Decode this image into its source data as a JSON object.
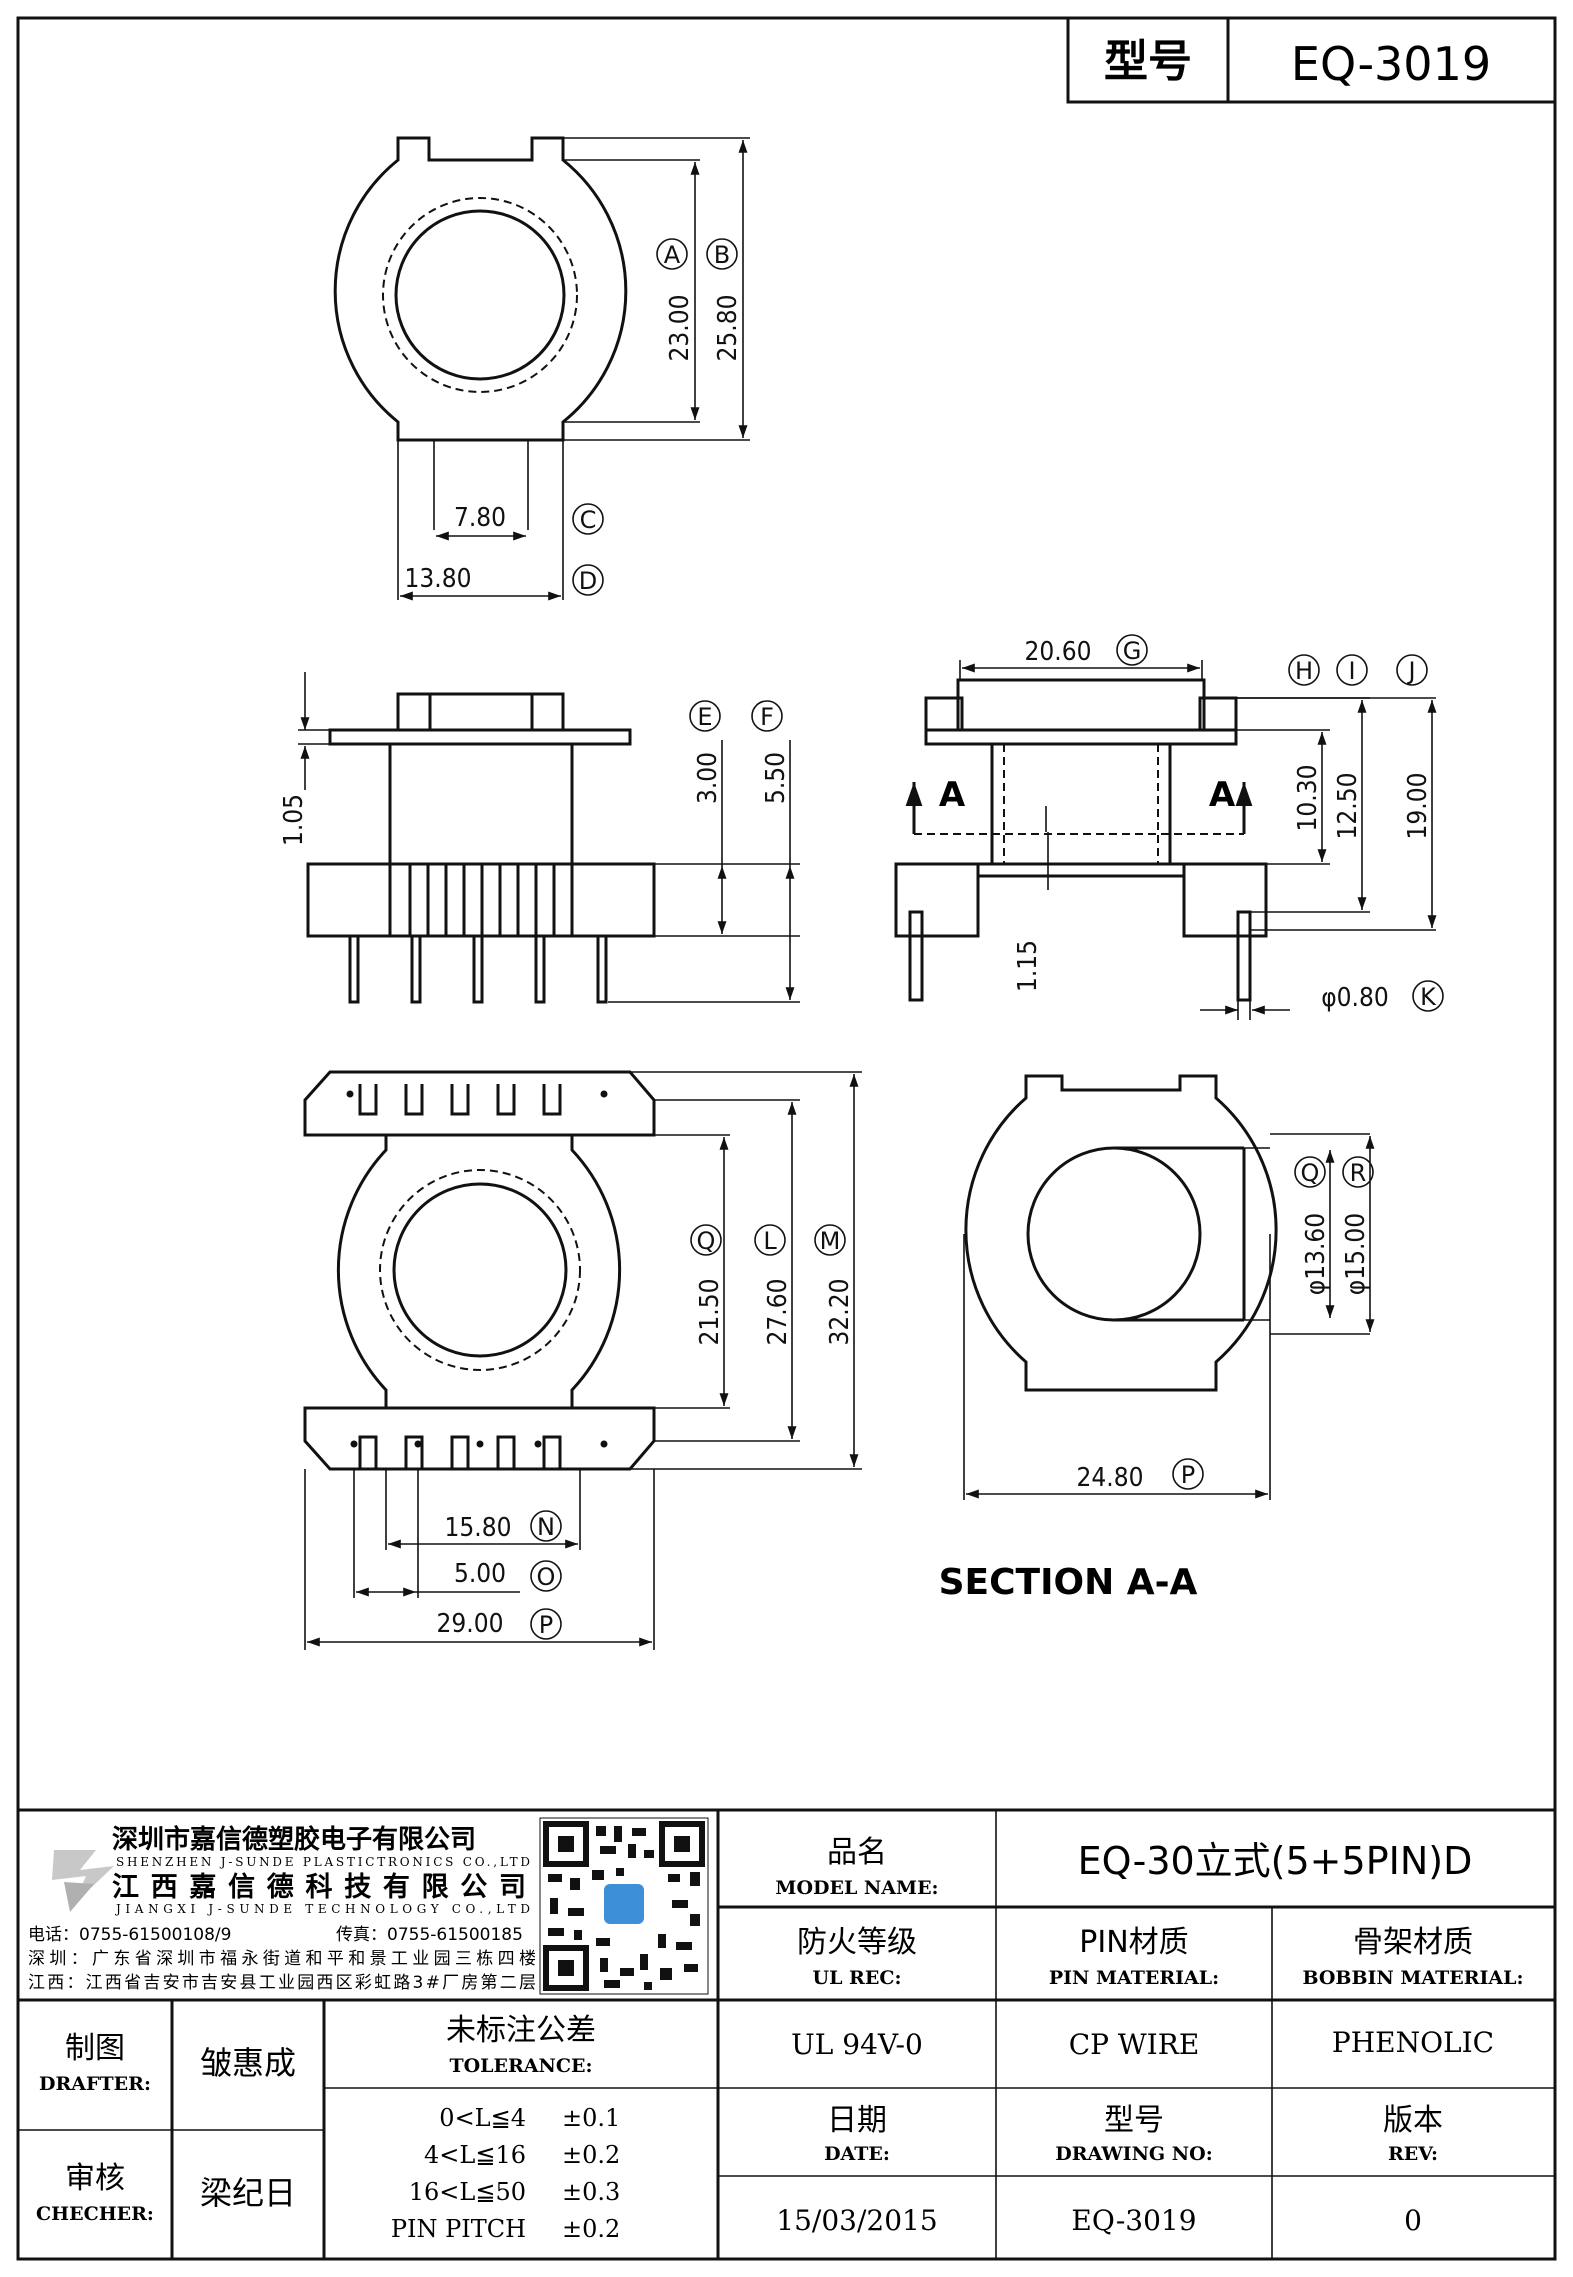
{
  "header": {
    "model_label": "型号",
    "model_value": "EQ-3019"
  },
  "dimensions": {
    "A": "23.00",
    "B": "25.80",
    "C": "7.80",
    "D": "13.80",
    "E": "3.00",
    "F": "5.50",
    "side_pin_left": "1.05",
    "G": "20.60",
    "H": "10.30",
    "I": "12.50",
    "J": "19.00",
    "K": "φ0.80",
    "side_bottom": "1.15",
    "Q_bottom": "21.50",
    "L": "27.60",
    "M": "32.20",
    "N": "15.80",
    "O": "5.00",
    "P_bottom": "29.00",
    "Q_sec": "φ13.60",
    "R": "φ15.00",
    "P_sec": "24.80"
  },
  "circle_labels": {
    "A": "A",
    "B": "B",
    "C": "C",
    "D": "D",
    "E": "E",
    "F": "F",
    "G": "G",
    "H": "H",
    "I": "I",
    "J": "J",
    "K": "K",
    "L": "L",
    "M": "M",
    "N": "N",
    "O": "O",
    "P": "P",
    "Q": "Q",
    "R": "R"
  },
  "section": {
    "title": "SECTION A-A",
    "mark": "A"
  },
  "company": {
    "name_sz": "深圳市嘉信德塑胶电子有限公司",
    "name_sz_en": "SHENZHEN J-SUNDE PLASTICTRONICS CO.,LTD",
    "name_jx": "江西嘉信德科技有限公司",
    "name_jx_en": "JIANGXI J-SUNDE TECHNOLOGY CO.,LTD",
    "phone": "电话：0755-61500108/9",
    "fax": "传真：0755-61500185",
    "addr_sz": "深圳：广东省深圳市福永街道和平和景工业园三栋四楼",
    "addr_jx": "江西：江西省吉安市吉安县工业园西区彩虹路3#厂房第二层"
  },
  "title_block": {
    "model_name_cn": "品名",
    "model_name_en": "MODEL NAME:",
    "model_name_value": "EQ-30立式(5+5PIN)D",
    "ul_cn": "防火等级",
    "ul_en": "UL REC:",
    "ul_value": "UL 94V-0",
    "pin_cn": "PIN材质",
    "pin_en": "PIN MATERIAL:",
    "pin_value": "CP WIRE",
    "bobbin_cn": "骨架材质",
    "bobbin_en": "BOBBIN MATERIAL:",
    "bobbin_value": "PHENOLIC",
    "date_cn": "日期",
    "date_en": "DATE:",
    "date_value": "15/03/2015",
    "drawing_cn": "型号",
    "drawing_en": "DRAWING NO:",
    "drawing_value": "EQ-3019",
    "rev_cn": "版本",
    "rev_en": "REV:",
    "rev_value": "0",
    "drafter_cn": "制图",
    "drafter_en": "DRAFTER:",
    "drafter_name": "皱惠成",
    "checker_cn": "审核",
    "checker_en": "CHECHER:",
    "checker_name": "梁纪日",
    "tolerance_cn": "未标注公差",
    "tolerance_en": "TOLERANCE:",
    "tolerances": [
      {
        "range": "0<L≦4",
        "value": "±0.1"
      },
      {
        "range": "4<L≦16",
        "value": "±0.2"
      },
      {
        "range": "16<L≦50",
        "value": "±0.3"
      },
      {
        "range": "PIN PITCH",
        "value": "±0.2"
      }
    ]
  }
}
